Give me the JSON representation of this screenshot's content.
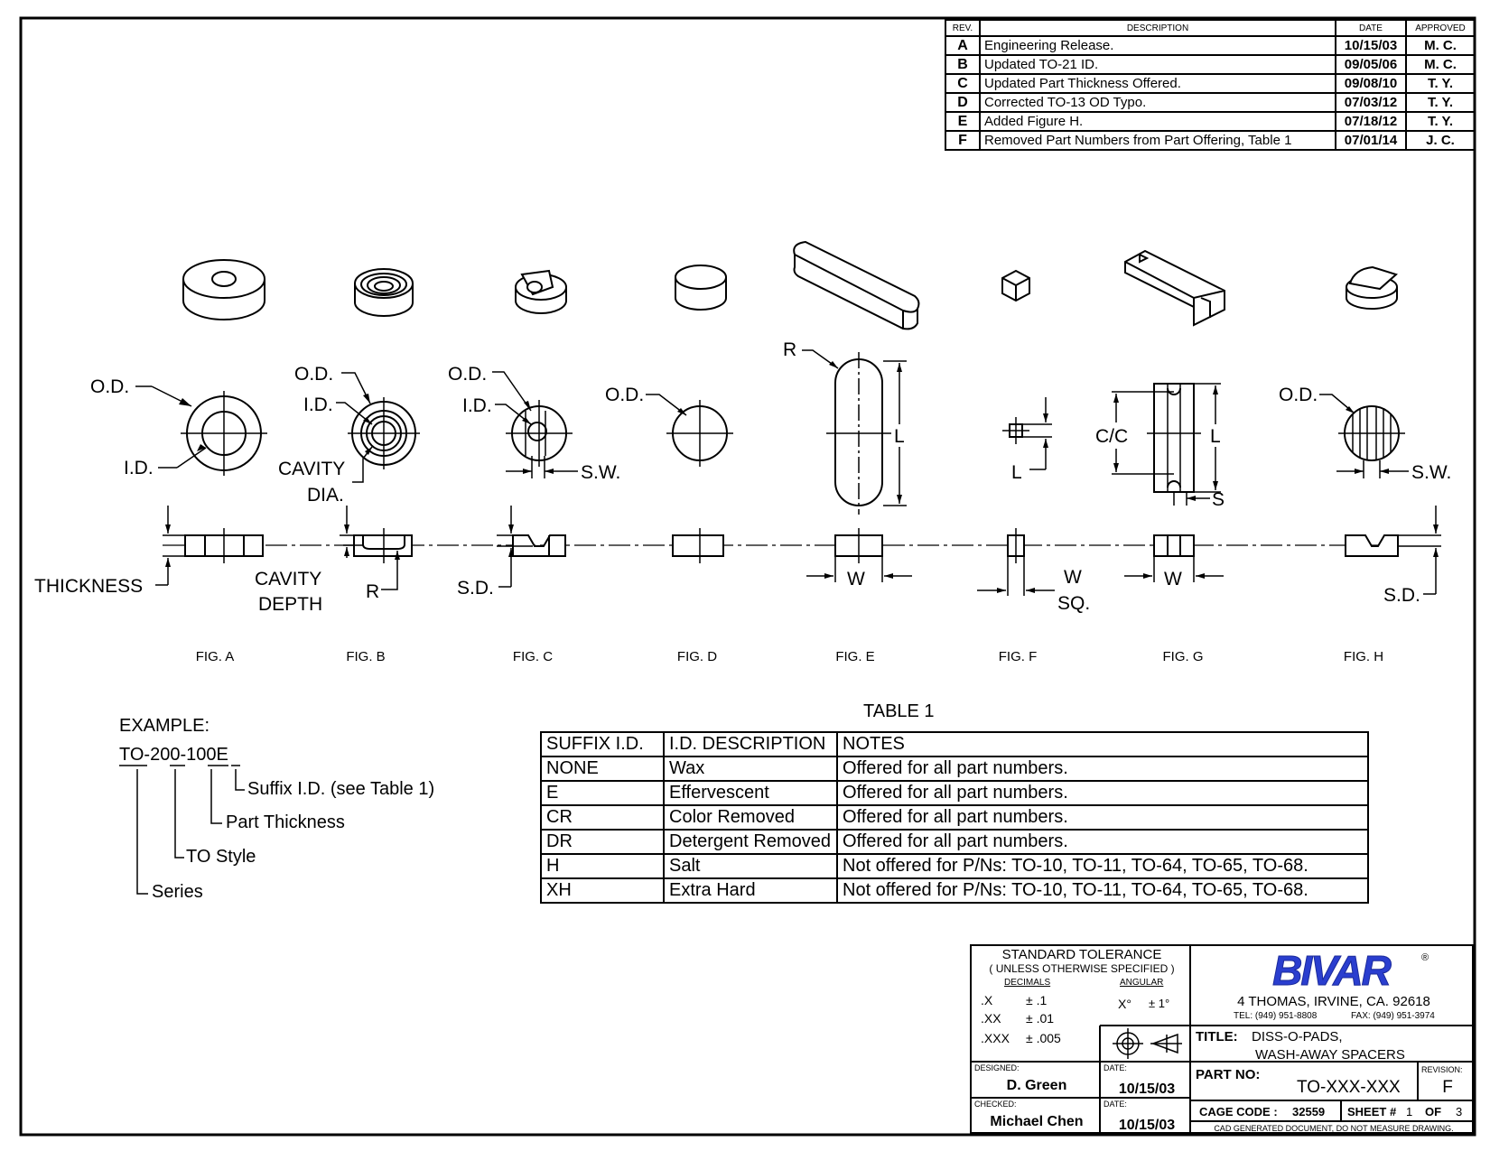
{
  "revisions": {
    "headers": [
      "REV.",
      "DESCRIPTION",
      "DATE",
      "APPROVED"
    ],
    "rows": [
      {
        "rev": "A",
        "desc": "Engineering Release.",
        "date": "10/15/03",
        "by": "M. C."
      },
      {
        "rev": "B",
        "desc": "Updated TO-21 ID.",
        "date": "09/05/06",
        "by": "M. C."
      },
      {
        "rev": "C",
        "desc": "Updated Part Thickness Offered.",
        "date": "09/08/10",
        "by": "T. Y."
      },
      {
        "rev": "D",
        "desc": "Corrected TO-13 OD Typo.",
        "date": "07/03/12",
        "by": "T. Y."
      },
      {
        "rev": "E",
        "desc": "Added Figure H.",
        "date": "07/18/12",
        "by": "T. Y."
      },
      {
        "rev": "F",
        "desc": "Removed Part Numbers from Part Offering, Table 1",
        "date": "07/01/14",
        "by": "J. C."
      }
    ]
  },
  "labels": {
    "od": "O.D.",
    "id": "I.D.",
    "cavity": "CAVITY",
    "dia": "DIA.",
    "sw": "S.W.",
    "r": "R",
    "l": "L",
    "cc": "C/C",
    "s": "S",
    "thickness": "THICKNESS",
    "cavity_depth_1": "CAVITY",
    "cavity_depth_2": "DEPTH",
    "sd": "S.D.",
    "w": "W",
    "sq": "SQ."
  },
  "figures": [
    "FIG. A",
    "FIG. B",
    "FIG. C",
    "FIG. D",
    "FIG. E",
    "FIG. F",
    "FIG. G",
    "FIG. H"
  ],
  "example": {
    "title": "EXAMPLE:",
    "part": "TO-200-100E",
    "suffix": "Suffix I.D. (see Table 1)",
    "thickness": "Part Thickness",
    "style": "TO Style",
    "series": "Series"
  },
  "table1": {
    "title": "TABLE 1",
    "headers": [
      "SUFFIX I.D.",
      "I.D. DESCRIPTION",
      "NOTES"
    ],
    "rows": [
      [
        "NONE",
        "Wax",
        "Offered for all part numbers."
      ],
      [
        "E",
        "Effervescent",
        "Offered for all part numbers."
      ],
      [
        "CR",
        "Color Removed",
        "Offered for all part numbers."
      ],
      [
        "DR",
        "Detergent Removed",
        "Offered for all part numbers."
      ],
      [
        "H",
        "Salt",
        "Not offered for P/Ns: TO-10, TO-11, TO-64, TO-65, TO-68."
      ],
      [
        "XH",
        "Extra Hard",
        "Not offered for P/Ns: TO-10, TO-11, TO-64, TO-65, TO-68."
      ]
    ]
  },
  "title_block": {
    "tolerance_title": "STANDARD TOLERANCE",
    "tolerance_sub": "( UNLESS OTHERWISE SPECIFIED )",
    "decimals_label": "DECIMALS",
    "angular_label": "ANGULAR",
    "decimals": [
      {
        "k": ".X",
        "v": "± .1"
      },
      {
        "k": ".XX",
        "v": "± .01"
      },
      {
        "k": ".XXX",
        "v": "± .005"
      }
    ],
    "angular_key": "X°",
    "angular_val": "± 1°",
    "company": "BIVAR",
    "reg": "®",
    "address": "4  THOMAS, IRVINE, CA. 92618",
    "tel": "TEL: (949) 951-8808",
    "fax": "FAX: (949) 951-3974",
    "title_label": "TITLE:",
    "title_1": "DISS-O-PADS,",
    "title_2": "WASH-AWAY SPACERS",
    "designed_label": "DESIGNED:",
    "designed_by": "D. Green",
    "date_label": "DATE:",
    "designed_date": "10/15/03",
    "checked_label": "CHECKED:",
    "checked_by": "Michael Chen",
    "checked_date": "10/15/03",
    "part_no_label": "PART NO:",
    "part_no": "TO-XXX-XXX",
    "revision_label": "REVISION:",
    "revision": "F",
    "cage_label": "CAGE CODE :",
    "cage_code": "32559",
    "sheet_label": "SHEET #",
    "sheet_num": "1",
    "of_label": "OF",
    "sheet_total": "3",
    "note": "CAD GENERATED DOCUMENT, DO NOT MEASURE DRAWING."
  }
}
